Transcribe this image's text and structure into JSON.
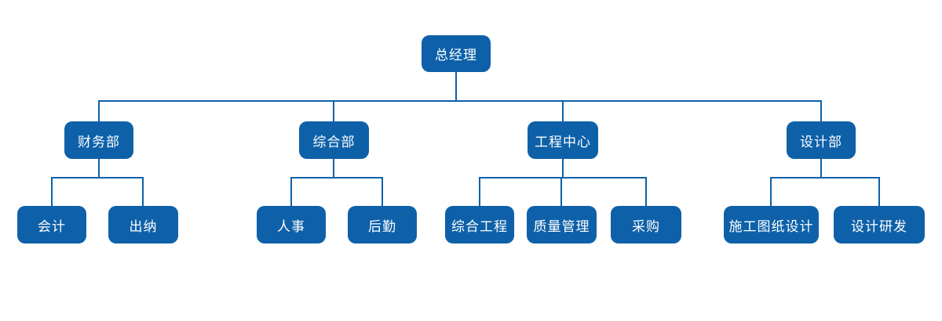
{
  "diagram": {
    "type": "org-chart",
    "accent_color": "#0E61A9",
    "text_color": "#ffffff",
    "root": {
      "label": "总经理"
    },
    "departments": [
      {
        "label": "财务部",
        "children": [
          {
            "label": "会计"
          },
          {
            "label": "出纳"
          }
        ]
      },
      {
        "label": "综合部",
        "children": [
          {
            "label": "人事"
          },
          {
            "label": "后勤"
          }
        ]
      },
      {
        "label": "工程中心",
        "children": [
          {
            "label": "综合工程"
          },
          {
            "label": "质量管理"
          },
          {
            "label": "采购"
          }
        ]
      },
      {
        "label": "设计部",
        "children": [
          {
            "label": "施工图纸设计"
          },
          {
            "label": "设计研发"
          }
        ]
      }
    ]
  }
}
